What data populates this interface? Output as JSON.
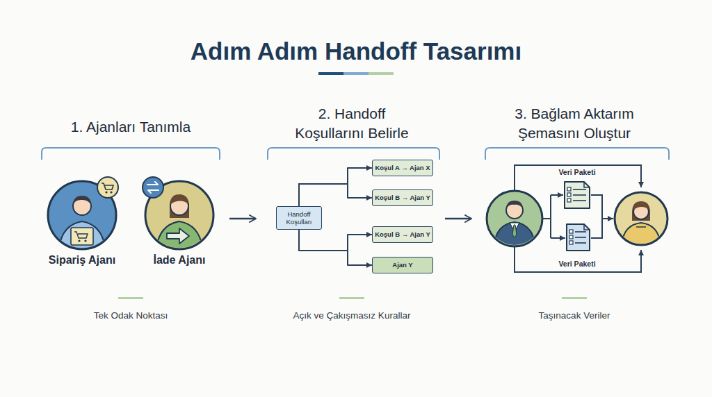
{
  "diagram": {
    "title": "Adım Adım Handoff Tasarımı",
    "nodes": [
      {
        "text": [
          "Sipariş Ajanı"
        ]
      },
      {
        "text": [
          "İade Ajanı"
        ]
      },
      {
        "text": [
          "Handoff Koşulları"
        ]
      },
      {
        "text": [
          "Koşul A → Ajan X"
        ]
      },
      {
        "text": [
          "Koşul B → Ajan Y"
        ]
      },
      {
        "text": [
          "Koşul B → Ajan Y"
        ]
      },
      {
        "text": [
          "Ajan Y"
        ]
      },
      {
        "text": [
          "Veri Paketi"
        ]
      },
      {
        "text": [
          "Veri Paketi"
        ]
      }
    ],
    "edges": [
      {
        "from": 2,
        "to": 3,
        "arrow": "to"
      },
      {
        "from": 2,
        "to": 4,
        "arrow": "to"
      },
      {
        "from": 2,
        "to": 5,
        "arrow": "to"
      },
      {
        "from": 2,
        "to": 6,
        "arrow": "to"
      }
    ],
    "labels": [
      "1. Ajanları Tanımla",
      "2. Handoff Koşullarını Belirle",
      "3. Bağlam Aktarım Şemasını Oluştur",
      "Tek Odak Noktası",
      "Açık ve Çakışmasız Kurallar",
      "Taşınacak Veriler"
    ]
  }
}
